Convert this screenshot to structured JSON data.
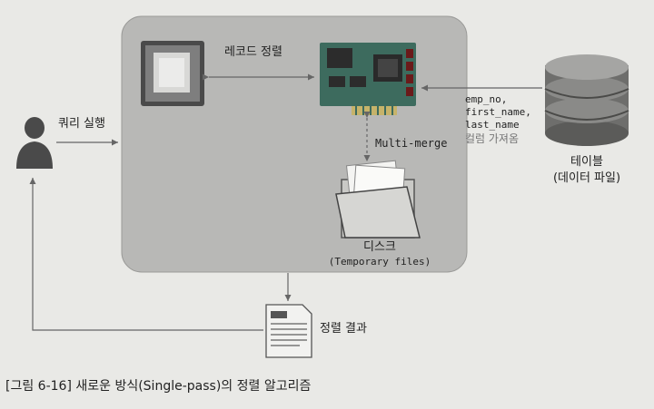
{
  "labels": {
    "record_sort": "레코드 정렬",
    "query_exec": "쿼리 실행",
    "multi_merge": "Multi-merge",
    "disk_title": "디스크",
    "disk_sub": "(Temporary files)",
    "columns": [
      "emp_no,",
      "first_name,",
      "last_name"
    ],
    "column_fetch": "컬럼 가져옴",
    "table_title": "테이블",
    "table_sub": "(데이터 파일)",
    "sort_result": "정렬 결과"
  },
  "caption": "[그림 6-16] 새로운 방식(Single-pass)의 정렬 알고리즘",
  "colors": {
    "panel": "#b8b8b6",
    "page_bg": "#e9e9e6",
    "arrow": "#666666",
    "accent_chip": "#3d6b5e"
  },
  "icons": [
    "cpu-icon",
    "memory-board-icon",
    "folder-icon",
    "database-icon",
    "user-icon",
    "document-icon"
  ]
}
